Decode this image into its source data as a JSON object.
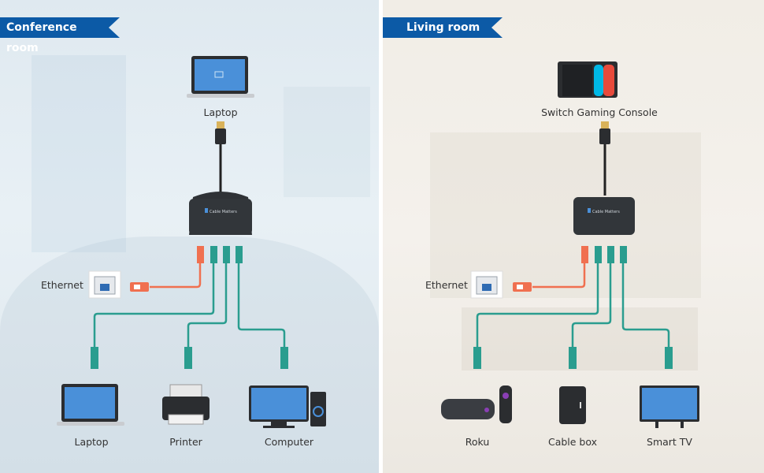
{
  "left_panel": {
    "title": "Conference room",
    "devices": {
      "top": "Laptop",
      "ethernet": "Ethernet",
      "bottom": [
        "Laptop",
        "Printer",
        "Computer"
      ]
    },
    "port_label": "Ethernet",
    "hub_brand": "Cable Matters"
  },
  "right_panel": {
    "title": "Living room",
    "devices": {
      "top": "Switch Gaming Console",
      "ethernet": "Ethernet",
      "bottom": [
        "Roku",
        "Cable box",
        "Smart TV"
      ]
    },
    "port_label": "Ethernet",
    "hub_brand": "Cable Matters"
  },
  "colors": {
    "ribbon": "#0c5aa6",
    "orange_cable": "#f07050",
    "teal_cable": "#2a9d8f",
    "hub": "#2f3236"
  }
}
